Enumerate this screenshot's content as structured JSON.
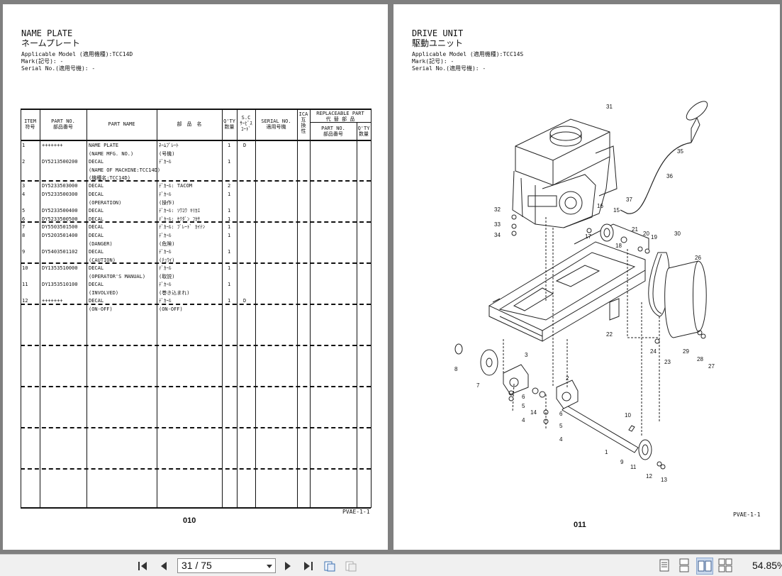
{
  "left_page": {
    "title_en": "NAME PLATE",
    "title_jp": "ネームプレート",
    "applicable_model": "Applicable Model (適用機種):TCC14D",
    "mark": "Mark(記号): -",
    "serial": "Serial No.(適用号機): -",
    "headers": {
      "item": [
        "ITEM",
        "符号"
      ],
      "part_no": [
        "PART NO.",
        "部品番号"
      ],
      "part_name": [
        "PART NAME"
      ],
      "jp_name": [
        "部　品　名"
      ],
      "qty": [
        "Q'TY",
        "数量"
      ],
      "sc": [
        "S.C",
        "ｻｰﾋﾞｽ",
        "ｺｰﾄﾞ"
      ],
      "serial_no": [
        "SERIAL NO.",
        "適用号機"
      ],
      "ica": [
        "ICA",
        "互",
        "換",
        "性"
      ],
      "replaceable": [
        "REPLACEABLE PART",
        "代 替 部 品"
      ],
      "rep_part_no": [
        "PART NO.",
        "部品番号"
      ],
      "rep_qty": [
        "Q'TY",
        "数量"
      ]
    },
    "rows": [
      {
        "item": "1",
        "part_no": "+++++++",
        "name": [
          "NAME PLATE",
          "(NAME MFG. NO.)"
        ],
        "jp": [
          "ﾈｰﾑﾌﾟﾚｰﾄ",
          "(号機)"
        ],
        "qty": "1",
        "sc": "D"
      },
      {
        "item": "2",
        "part_no": "DY5213500200",
        "name": [
          "DECAL",
          "(NAME OF MACHINE:TCC14D)",
          "(機種名:TCC14D)"
        ],
        "jp": [
          "ﾃﾞｶｰﾙ"
        ],
        "qty": "1",
        "sc": ""
      },
      {
        "item": "3",
        "part_no": "DY5233503000",
        "name": [
          "DECAL"
        ],
        "jp": [
          "ﾃﾞｶｰﾙ: TACOM"
        ],
        "qty": "2",
        "sc": ""
      },
      {
        "item": "4",
        "part_no": "DY5233500300",
        "name": [
          "DECAL",
          "(OPERATION)"
        ],
        "jp": [
          "ﾃﾞｶｰﾙ",
          "(操作)"
        ],
        "qty": "1",
        "sc": ""
      },
      {
        "item": "5",
        "part_no": "DY5233500400",
        "name": [
          "DECAL"
        ],
        "jp": [
          "ﾃﾞｶｰﾙ: ｿｳｺｳ ｷﾘｶｴ"
        ],
        "qty": "1",
        "sc": ""
      },
      {
        "item": "6",
        "part_no": "DY5233500500",
        "name": [
          "DECAL"
        ],
        "jp": [
          "ﾃﾞｶｰﾙ: ｾｸﾀﾞﾝ ﾌｶｻ"
        ],
        "qty": "1",
        "sc": ""
      },
      {
        "item": "7",
        "part_no": "DY5503501500",
        "name": [
          "DECAL"
        ],
        "jp": [
          "ﾃﾞｶｰﾙ: ﾌﾞﾚｰﾄﾞ ｶｲﾃﾝ"
        ],
        "qty": "1",
        "sc": ""
      },
      {
        "item": "8",
        "part_no": "DY5203501400",
        "name": [
          "DECAL",
          "(DANGER)"
        ],
        "jp": [
          "ﾃﾞｶｰﾙ",
          "(危険)"
        ],
        "qty": "1",
        "sc": ""
      },
      {
        "item": "9",
        "part_no": "DY5403501102",
        "name": [
          "DECAL",
          "(CAUTION)"
        ],
        "jp": [
          "ﾃﾞｶｰﾙ",
          "(ﾁｭｳｲ)"
        ],
        "qty": "1",
        "sc": ""
      },
      {
        "item": "10",
        "part_no": "DY1353510000",
        "name": [
          "DECAL",
          "(OPERATOR'S MANUAL)"
        ],
        "jp": [
          "ﾃﾞｶｰﾙ",
          "(取説)"
        ],
        "qty": "1",
        "sc": ""
      },
      {
        "item": "11",
        "part_no": "DY1353510100",
        "name": [
          "DECAL",
          "(INVOLVED)"
        ],
        "jp": [
          "ﾃﾞｶｰﾙ",
          "(巻き込まれ)"
        ],
        "qty": "1",
        "sc": ""
      },
      {
        "item": "12",
        "part_no": "+++++++",
        "name": [
          "DECAL",
          "(ON-OFF)"
        ],
        "jp": [
          "ﾃﾞｶｰﾙ",
          "(ON-OFF)"
        ],
        "qty": "1",
        "sc": "D"
      }
    ],
    "page_code": "PVAE-1-1",
    "page_number": "010"
  },
  "right_page": {
    "title_en": "DRIVE UNIT",
    "title_jp": "駆動ユニット",
    "applicable_model": "Applicable Model (適用機種):TCC14S",
    "mark": "Mark(記号): -",
    "serial": "Serial No.(適用号機): -",
    "callouts": [
      "1",
      "2",
      "3",
      "4",
      "4",
      "5",
      "5",
      "6",
      "6",
      "7",
      "8",
      "9",
      "10",
      "11",
      "12",
      "13",
      "14",
      "15",
      "16",
      "17",
      "18",
      "19",
      "20",
      "21",
      "22",
      "23",
      "24",
      "26",
      "27",
      "28",
      "29",
      "30",
      "31",
      "32",
      "33",
      "34",
      "35",
      "36",
      "37"
    ],
    "page_code": "PVAE-1-1",
    "page_number": "011"
  },
  "toolbar": {
    "page_indicator": "31 / 75",
    "zoom": "54.85%",
    "icons": [
      "first-page-icon",
      "prev-page-icon",
      "next-page-icon",
      "last-page-icon",
      "go-back-icon",
      "go-forward-icon",
      "single-page-icon",
      "continuous-icon",
      "facing-icon",
      "continuous-facing-icon"
    ]
  }
}
